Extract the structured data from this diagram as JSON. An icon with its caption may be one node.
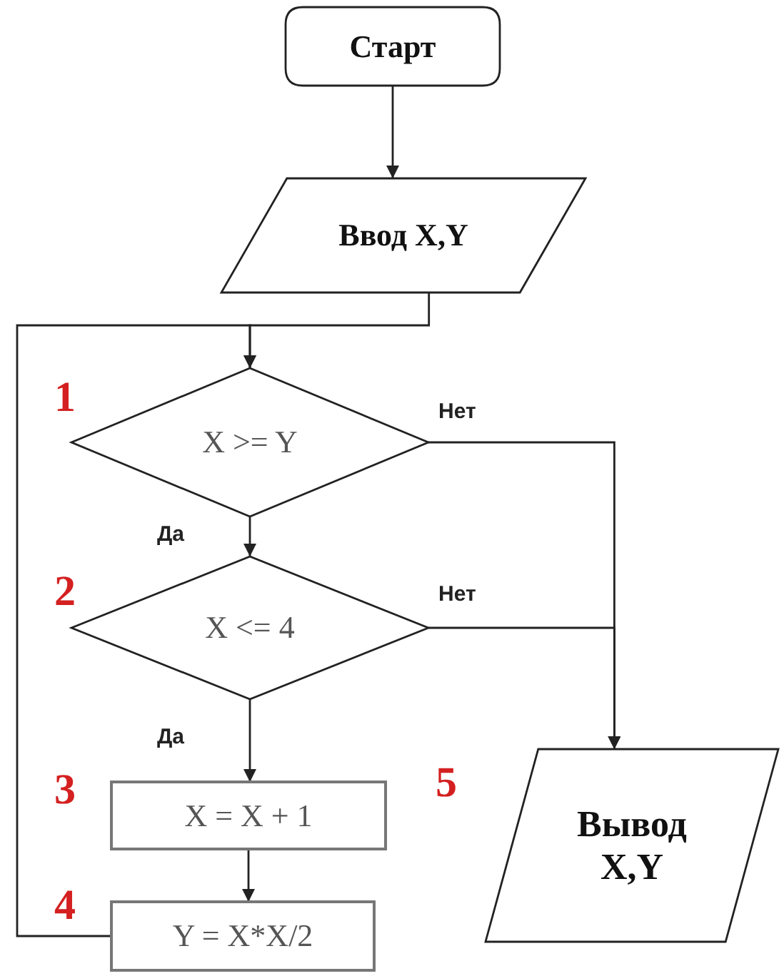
{
  "diagram": {
    "nodes": [
      {
        "text": [
          "Старт"
        ]
      },
      {
        "text": [
          "Ввод X,Y"
        ]
      },
      {
        "text": [
          "X >= Y"
        ]
      },
      {
        "text": [
          "X <= 4"
        ]
      },
      {
        "text": [
          "X = X + 1"
        ]
      },
      {
        "text": [
          "Y = X*X/2"
        ]
      },
      {
        "text": [
          "Вывод X,Y"
        ]
      }
    ],
    "edges": [
      {
        "from": 0,
        "to": 1,
        "arrow": "to"
      },
      {
        "from": 1,
        "to": 2,
        "arrow": "to"
      },
      {
        "from": 5,
        "to": 2,
        "arrow": "to"
      },
      {
        "from": 2,
        "to": 3,
        "arrow": "to",
        "label": "Да"
      },
      {
        "from": 2,
        "to": 6,
        "arrow": "to",
        "label": "Нет"
      },
      {
        "from": 3,
        "to": 6,
        "arrow": "to",
        "label": "Нет"
      },
      {
        "from": 3,
        "to": 4,
        "arrow": "to",
        "label": "Да"
      },
      {
        "from": 4,
        "to": 5,
        "arrow": "to"
      }
    ],
    "labels": [
      "1",
      "2",
      "3",
      "4",
      "5"
    ]
  }
}
